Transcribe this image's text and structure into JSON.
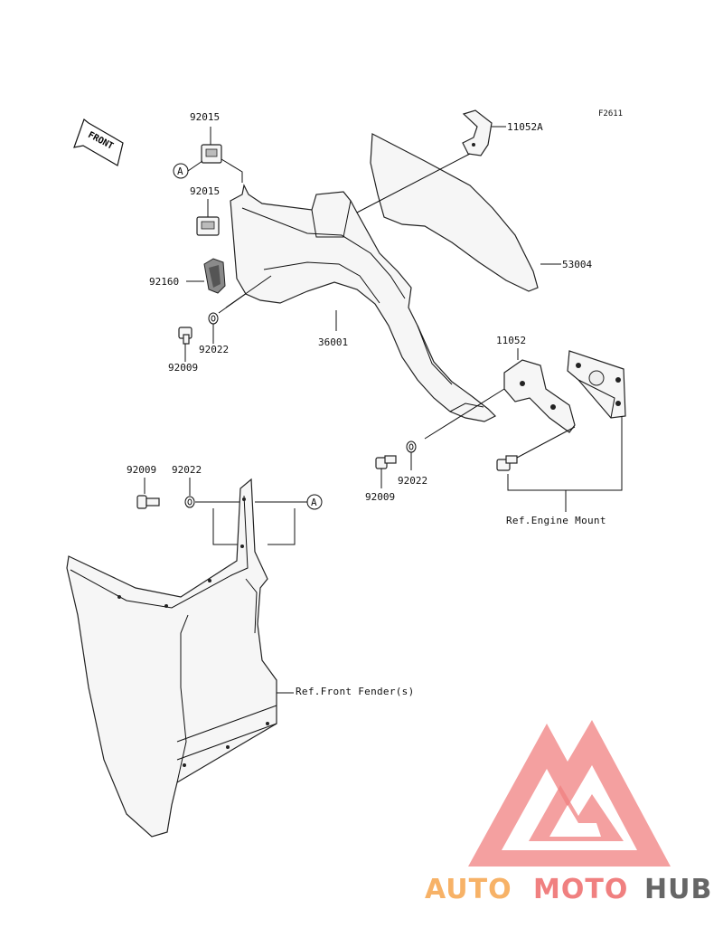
{
  "figure_id": "F2611",
  "front_label": "FRONT",
  "callout_a": "A",
  "parts": {
    "p92015_top": "92015",
    "p92015_mid": "92015",
    "p92160": "92160",
    "p92009_top": "92009",
    "p92022_top": "92022",
    "p36001": "36001",
    "p11052A": "11052A",
    "p53004": "53004",
    "p11052": "11052",
    "p92009_mid": "92009",
    "p92022_mid": "92022",
    "p92009_bot": "92009",
    "p92022_bot": "92022"
  },
  "refs": {
    "engine_mount": "Ref.Engine Mount",
    "front_fender": "Ref.Front Fender(s)"
  },
  "watermark": {
    "part1": "AUTO",
    "part2": "MOTO",
    "part3": "HUB",
    "color1": "#f7b267",
    "color2": "#f08080",
    "color3": "#666666",
    "triangle_color": "#f08080"
  }
}
